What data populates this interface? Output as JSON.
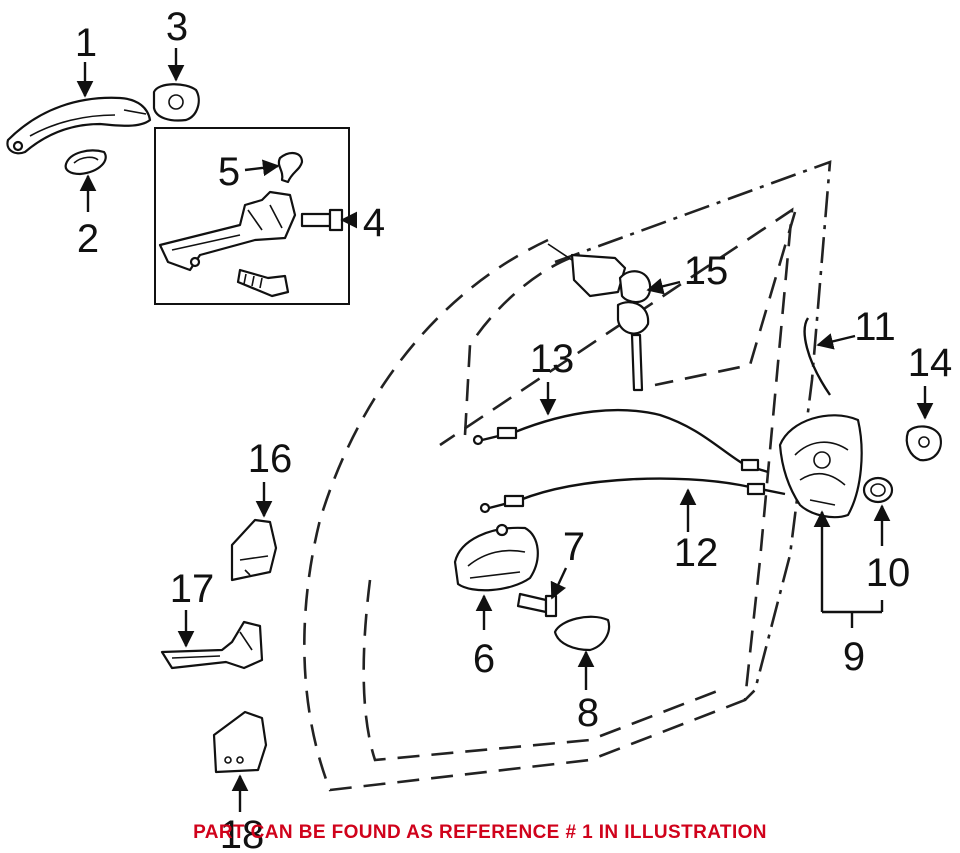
{
  "diagram": {
    "callouts": [
      "1",
      "2",
      "3",
      "4",
      "5",
      "6",
      "7",
      "8",
      "9",
      "10",
      "11",
      "12",
      "13",
      "14",
      "15",
      "16",
      "17",
      "18"
    ]
  },
  "footnote": {
    "text": "PART CAN BE FOUND AS REFERENCE # 1 IN ILLUSTRATION",
    "color": "#d0021b"
  },
  "colors": {
    "ink": "#111111",
    "background": "#ffffff"
  }
}
